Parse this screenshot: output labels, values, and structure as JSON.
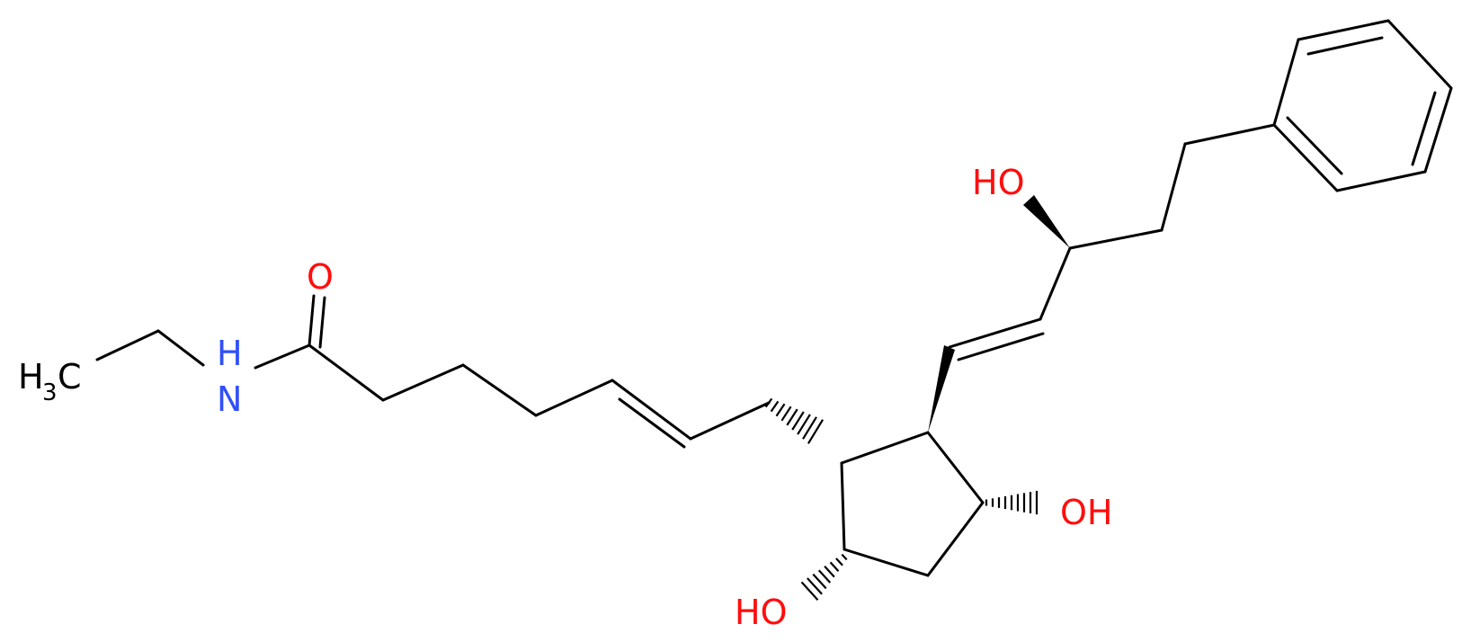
{
  "colors": {
    "bond": "#000000",
    "oxygen": "#ff0d0d",
    "nitrogen": "#3050f8",
    "carbon_label": "#000000"
  },
  "labels": {
    "methyl_main": "H",
    "methyl_subscript": "3",
    "methyl_tail": "C",
    "amide_n": "N",
    "amide_h": "H",
    "carbonyl_o": "O",
    "side_chain_oh": "HO",
    "ring_oh_right": "OH",
    "ring_oh_bottom": "HO"
  }
}
